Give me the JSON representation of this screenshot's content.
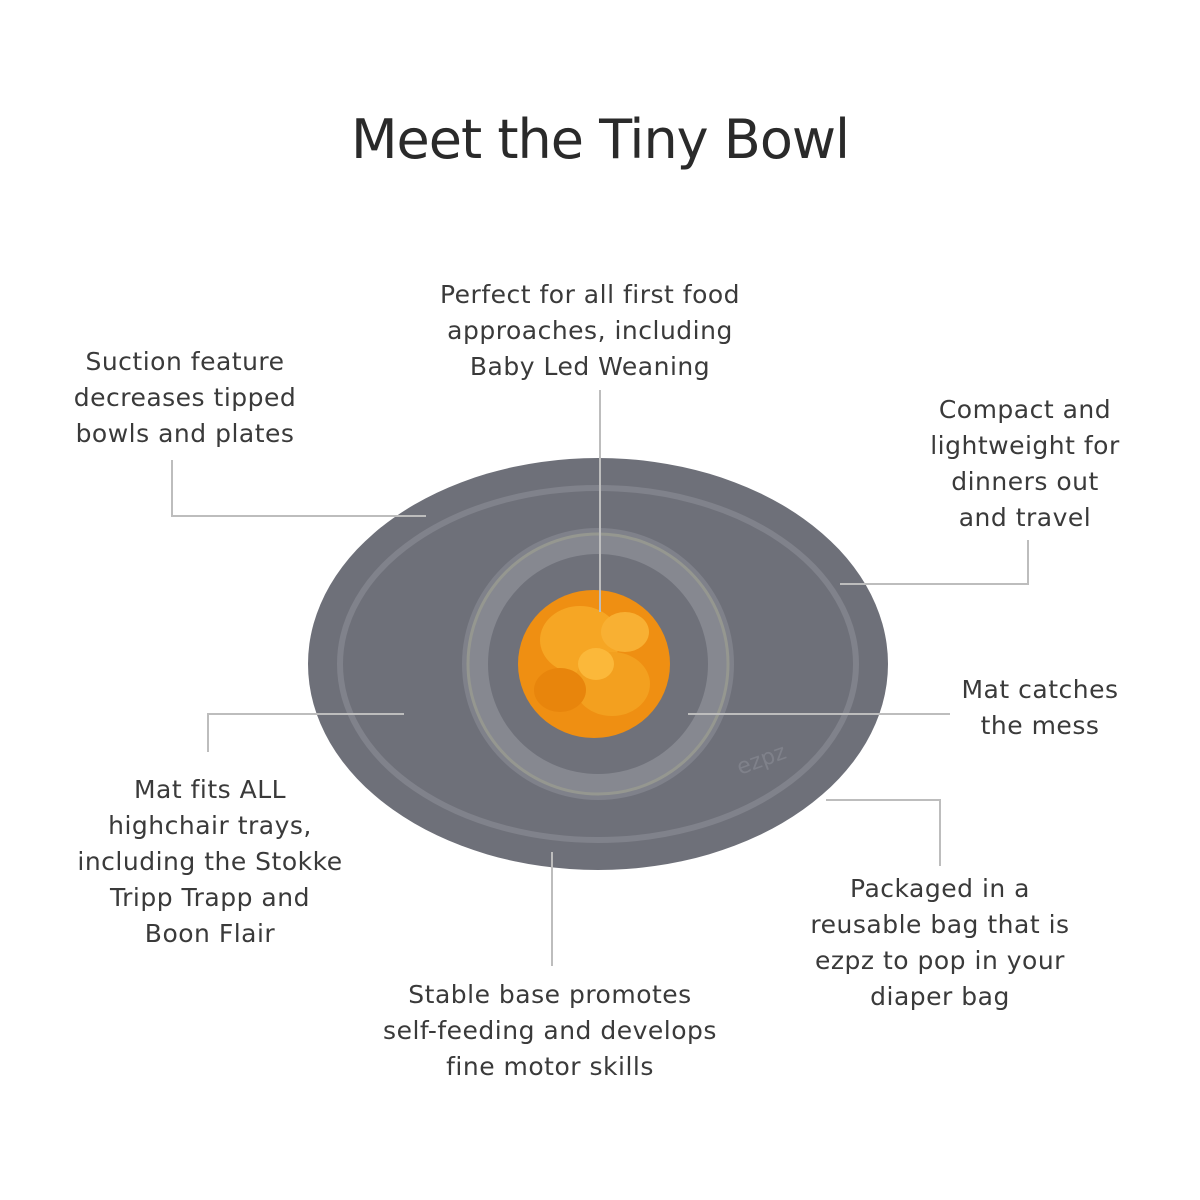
{
  "title": "Meet the Tiny Bowl",
  "colors": {
    "mat": "#6e7079",
    "mat_rim": "#7b7d86",
    "bowl": "#8a8c94",
    "food": "#f29a1a",
    "leader_line": "#bdbdbd",
    "text": "#3a3a3a"
  },
  "callouts": {
    "first_food": [
      "Perfect for all first food",
      "approaches, including",
      "Baby Led Weaning"
    ],
    "suction": [
      "Suction feature",
      "decreases tipped",
      "bowls and plates"
    ],
    "compact": [
      "Compact and",
      "lightweight for",
      "dinners out",
      "and travel"
    ],
    "mess": [
      "Mat catches",
      "the mess"
    ],
    "highchair": [
      "Mat fits ALL",
      "highchair trays,",
      "including the Stokke",
      "Tripp Trapp and",
      "Boon Flair"
    ],
    "packaged": [
      "Packaged in a",
      "reusable bag that is",
      "ezpz to pop in your",
      "diaper bag"
    ],
    "base": [
      "Stable base promotes",
      "self-feeding and develops",
      "fine motor skills"
    ]
  },
  "product_logo": "ezpz"
}
